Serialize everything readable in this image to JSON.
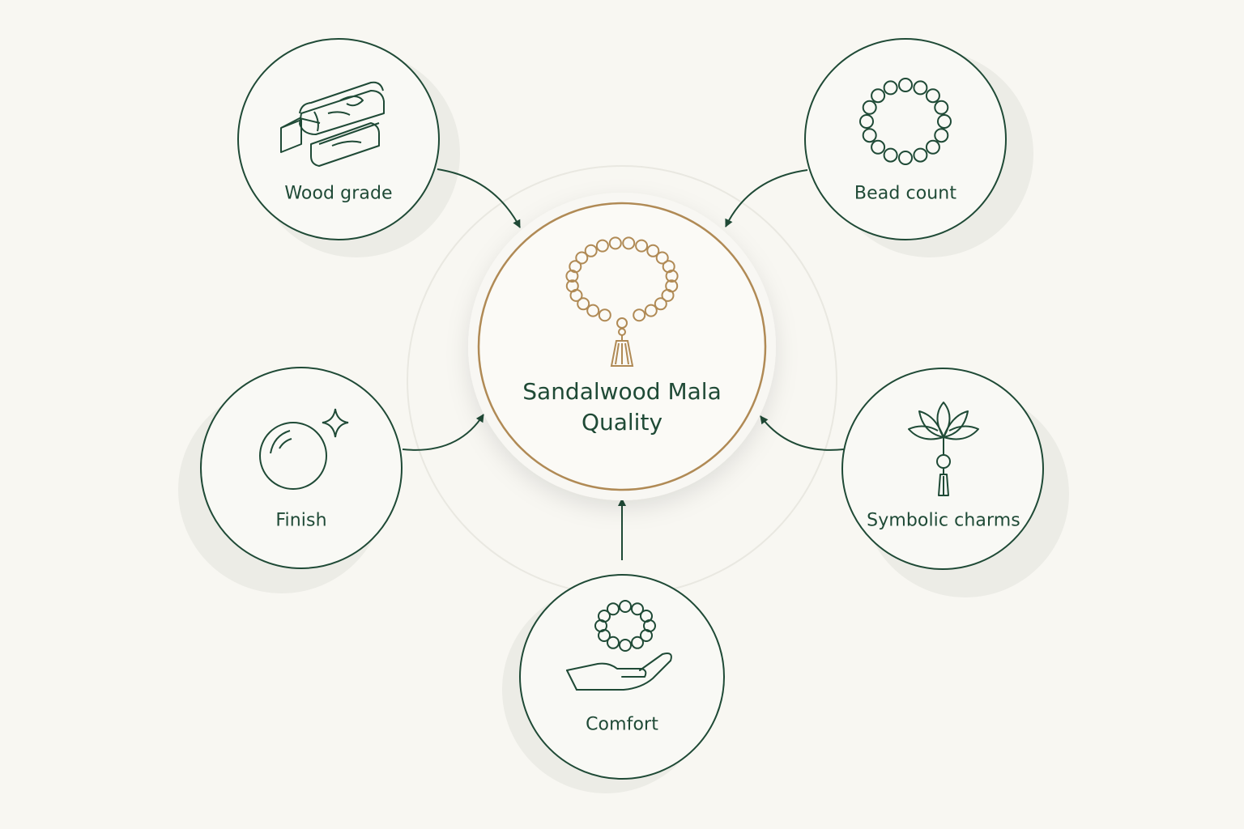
{
  "center": {
    "line1": "Sandalwood Mala",
    "line2": "Quality",
    "icon": "mala-tassel-icon"
  },
  "nodes": [
    {
      "id": "wood-grade",
      "label": "Wood grade",
      "icon": "wood-logs-icon"
    },
    {
      "id": "bead-count",
      "label": "Bead count",
      "icon": "bead-ring-icon"
    },
    {
      "id": "finish",
      "label": "Finish",
      "icon": "polished-bead-sparkle-icon"
    },
    {
      "id": "symbolic-charms",
      "label": "Symbolic charms",
      "icon": "lotus-charm-icon"
    },
    {
      "id": "comfort",
      "label": "Comfort",
      "icon": "hand-holding-beads-icon"
    }
  ],
  "colors": {
    "background": "#f8f7f2",
    "primary": "#1f4a36",
    "accent": "#b08a55"
  }
}
